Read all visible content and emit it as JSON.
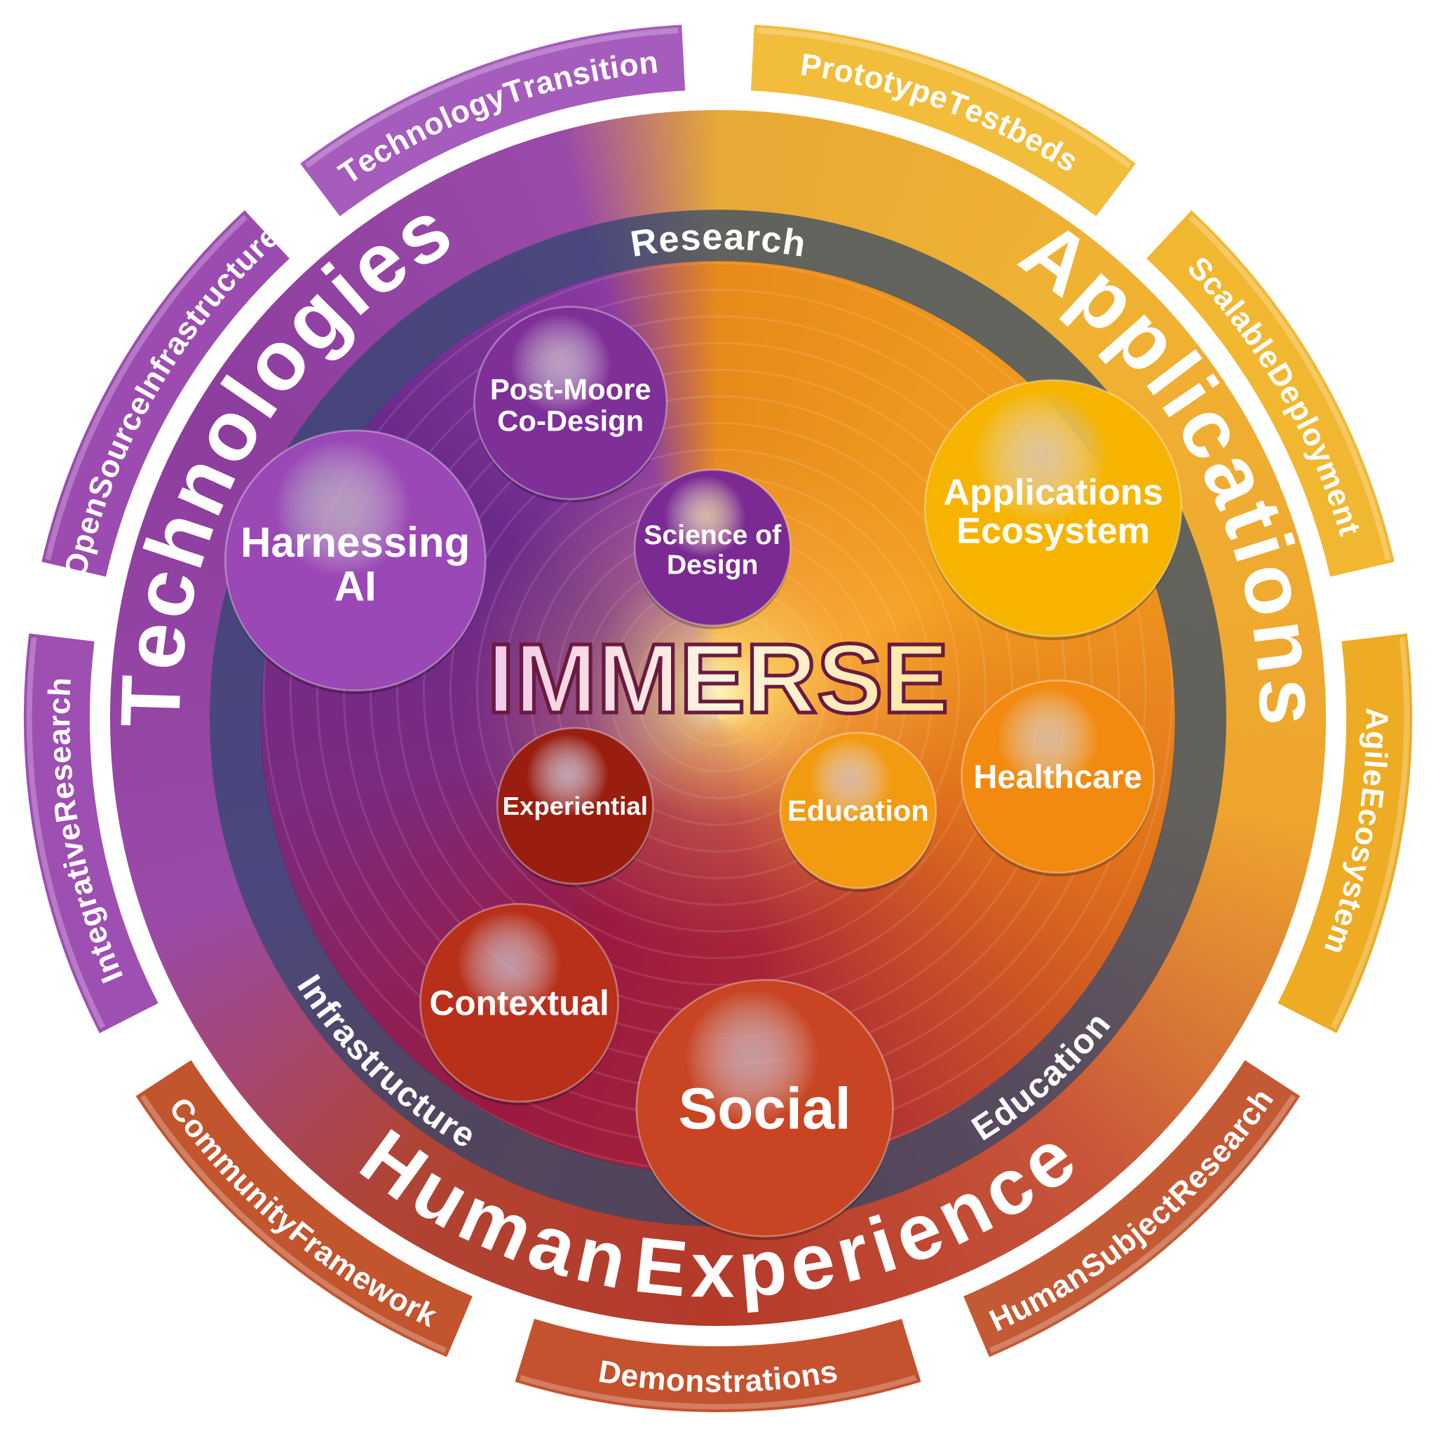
{
  "center_title": "IMMERSE",
  "main_ring": {
    "technologies": "Technologies",
    "applications": "Applications",
    "human_experience": "Human Experience"
  },
  "inner_band": {
    "research": "Research",
    "infrastructure": "Infrastructure",
    "education": "Education"
  },
  "outer_segments": [
    {
      "label": "Technology Transition",
      "color": "#a65cbc"
    },
    {
      "label": "Prototype Testbeds",
      "color": "#f2bd3a"
    },
    {
      "label": "Scalable Deployment",
      "color": "#f2b731"
    },
    {
      "label": "Agile Ecosystem",
      "color": "#eeac24"
    },
    {
      "label": "Human Subject Research",
      "color": "#c45a34"
    },
    {
      "label": "Demonstrations",
      "color": "#c4522e"
    },
    {
      "label": "Community Framework",
      "color": "#c2542e"
    },
    {
      "label": "Integrative Research",
      "color": "#9e4fb2"
    },
    {
      "label": "Open Source Infrastructure",
      "color": "#9c4cb0"
    }
  ],
  "spheres": [
    {
      "line1": "Post-Moore",
      "line2": "Co-Design",
      "color": "#7e2f98"
    },
    {
      "line1": "Harnessing",
      "line2": "AI",
      "color": "#9a48b6"
    },
    {
      "line1": "Science of",
      "line2": "Design",
      "color": "#7a2a92"
    },
    {
      "line1": "Applications",
      "line2": "Ecosystem",
      "color": "#f6b400"
    },
    {
      "line1": "Healthcare",
      "line2": "",
      "color": "#f28a10"
    },
    {
      "line1": "Education",
      "line2": "",
      "color": "#f29a10"
    },
    {
      "line1": "Experiential",
      "line2": "",
      "color": "#9a1e10"
    },
    {
      "line1": "Contextual",
      "line2": "",
      "color": "#b8301a"
    },
    {
      "line1": "Social",
      "line2": "",
      "color": "#c84422"
    }
  ]
}
